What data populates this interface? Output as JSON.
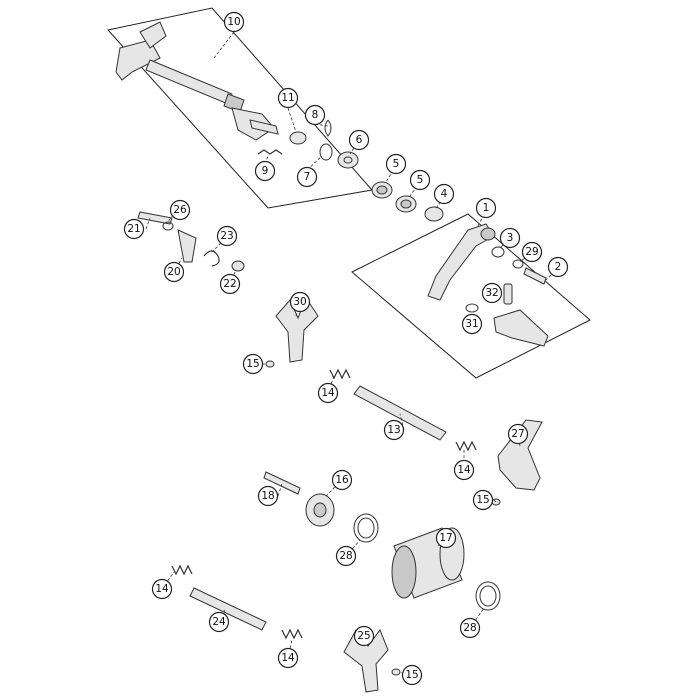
{
  "callouts": [
    {
      "id": "c10",
      "label": "10"
    },
    {
      "id": "c11",
      "label": "11"
    },
    {
      "id": "c8",
      "label": "8"
    },
    {
      "id": "c6",
      "label": "6"
    },
    {
      "id": "c9",
      "label": "9"
    },
    {
      "id": "c7",
      "label": "7"
    },
    {
      "id": "c5a",
      "label": "5"
    },
    {
      "id": "c5b",
      "label": "5"
    },
    {
      "id": "c4",
      "label": "4"
    },
    {
      "id": "c1",
      "label": "1"
    },
    {
      "id": "c3",
      "label": "3"
    },
    {
      "id": "c29",
      "label": "29"
    },
    {
      "id": "c2",
      "label": "2"
    },
    {
      "id": "c32",
      "label": "32"
    },
    {
      "id": "c31",
      "label": "31"
    },
    {
      "id": "c26",
      "label": "26"
    },
    {
      "id": "c21",
      "label": "21"
    },
    {
      "id": "c23",
      "label": "23"
    },
    {
      "id": "c20",
      "label": "20"
    },
    {
      "id": "c22",
      "label": "22"
    },
    {
      "id": "c30",
      "label": "30"
    },
    {
      "id": "c15a",
      "label": "15"
    },
    {
      "id": "c14a",
      "label": "14"
    },
    {
      "id": "c13",
      "label": "13"
    },
    {
      "id": "c27",
      "label": "27"
    },
    {
      "id": "c14b",
      "label": "14"
    },
    {
      "id": "c15b",
      "label": "15"
    },
    {
      "id": "c16",
      "label": "16"
    },
    {
      "id": "c18",
      "label": "18"
    },
    {
      "id": "c17",
      "label": "17"
    },
    {
      "id": "c28a",
      "label": "28"
    },
    {
      "id": "c14c",
      "label": "14"
    },
    {
      "id": "c28b",
      "label": "28"
    },
    {
      "id": "c24",
      "label": "24"
    },
    {
      "id": "c25",
      "label": "25"
    },
    {
      "id": "c14d",
      "label": "14"
    },
    {
      "id": "c15c",
      "label": "15"
    }
  ]
}
